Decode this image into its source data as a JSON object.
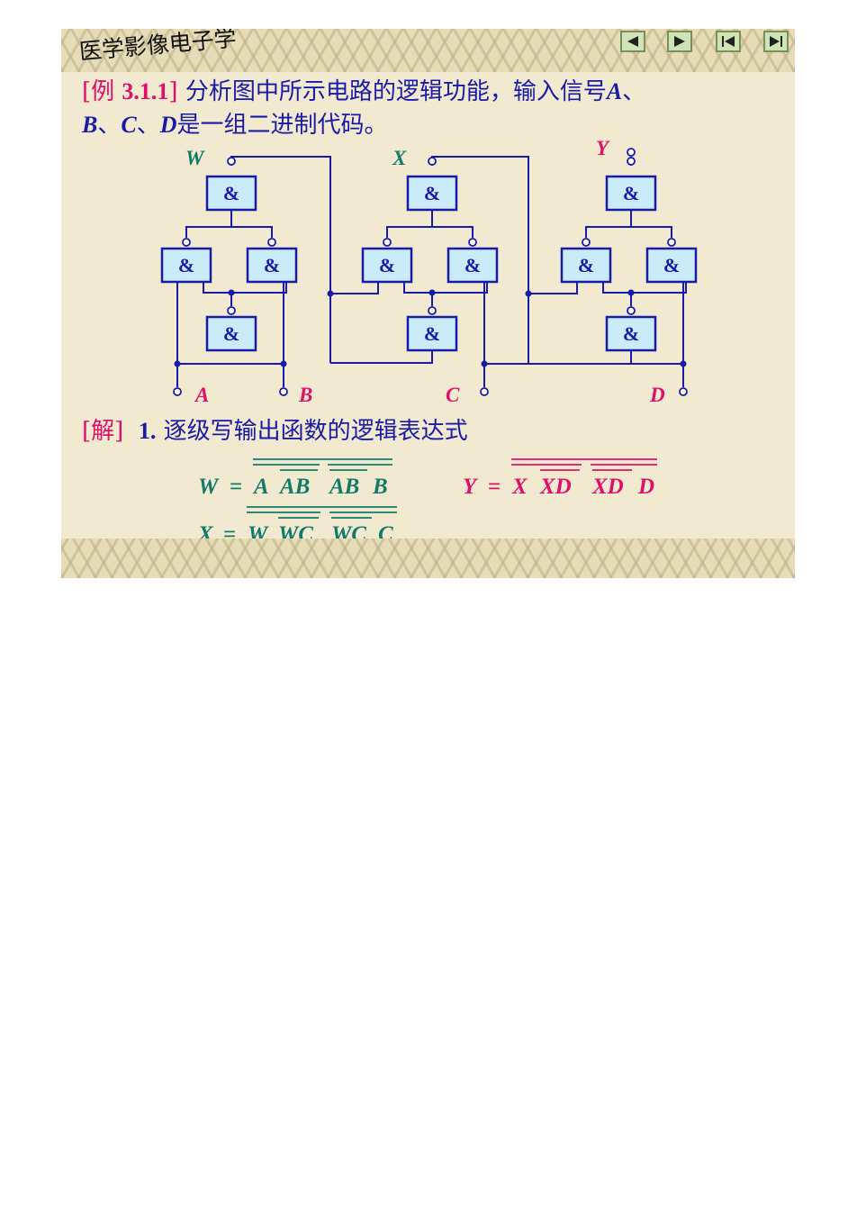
{
  "header": {
    "course_title": "医学影像电子学",
    "nav": {
      "prev": "prev-slide-icon",
      "next": "next-slide-icon",
      "first": "first-slide-icon",
      "last": "last-slide-icon"
    }
  },
  "problem": {
    "bracket_open": "[例",
    "number": "3.1.1",
    "bracket_close": "]",
    "text1": "分析图中所示电路的逻辑功能，输入信号",
    "var_a": "A",
    "sep1": "、",
    "var_b": "B",
    "sep2": "、",
    "var_c": "C",
    "sep3": "、",
    "var_d": "D",
    "text2": "是一组二进制代码。"
  },
  "circuit": {
    "gate_symbol": "&",
    "output_labels": {
      "w": "W",
      "x": "X",
      "y": "Y"
    },
    "input_labels": {
      "a": "A",
      "b": "B",
      "c": "C",
      "d": "D"
    }
  },
  "solution": {
    "bracket": "[解]",
    "step_number": "1.",
    "step_text": "逐级写输出函数的逻辑表达式",
    "expressions": {
      "w": {
        "lhs": "W",
        "eq": "=",
        "t1": "A",
        "t2": "AB",
        "t3": "AB",
        "t4": "B"
      },
      "x": {
        "lhs": "X",
        "eq": "=",
        "t1": "W",
        "t2": "WC",
        "t3": "WC",
        "t4": "C"
      },
      "y": {
        "lhs": "Y",
        "eq": "=",
        "t1": "X",
        "t2": "XD",
        "t3": "XD",
        "t4": "D"
      }
    }
  },
  "colors": {
    "wire": "#1a1aa8",
    "gate_fill": "#c9ecf8",
    "accent_red": "#e0106a",
    "accent_teal": "#137a6a",
    "slide_bg": "#f1ead0"
  }
}
